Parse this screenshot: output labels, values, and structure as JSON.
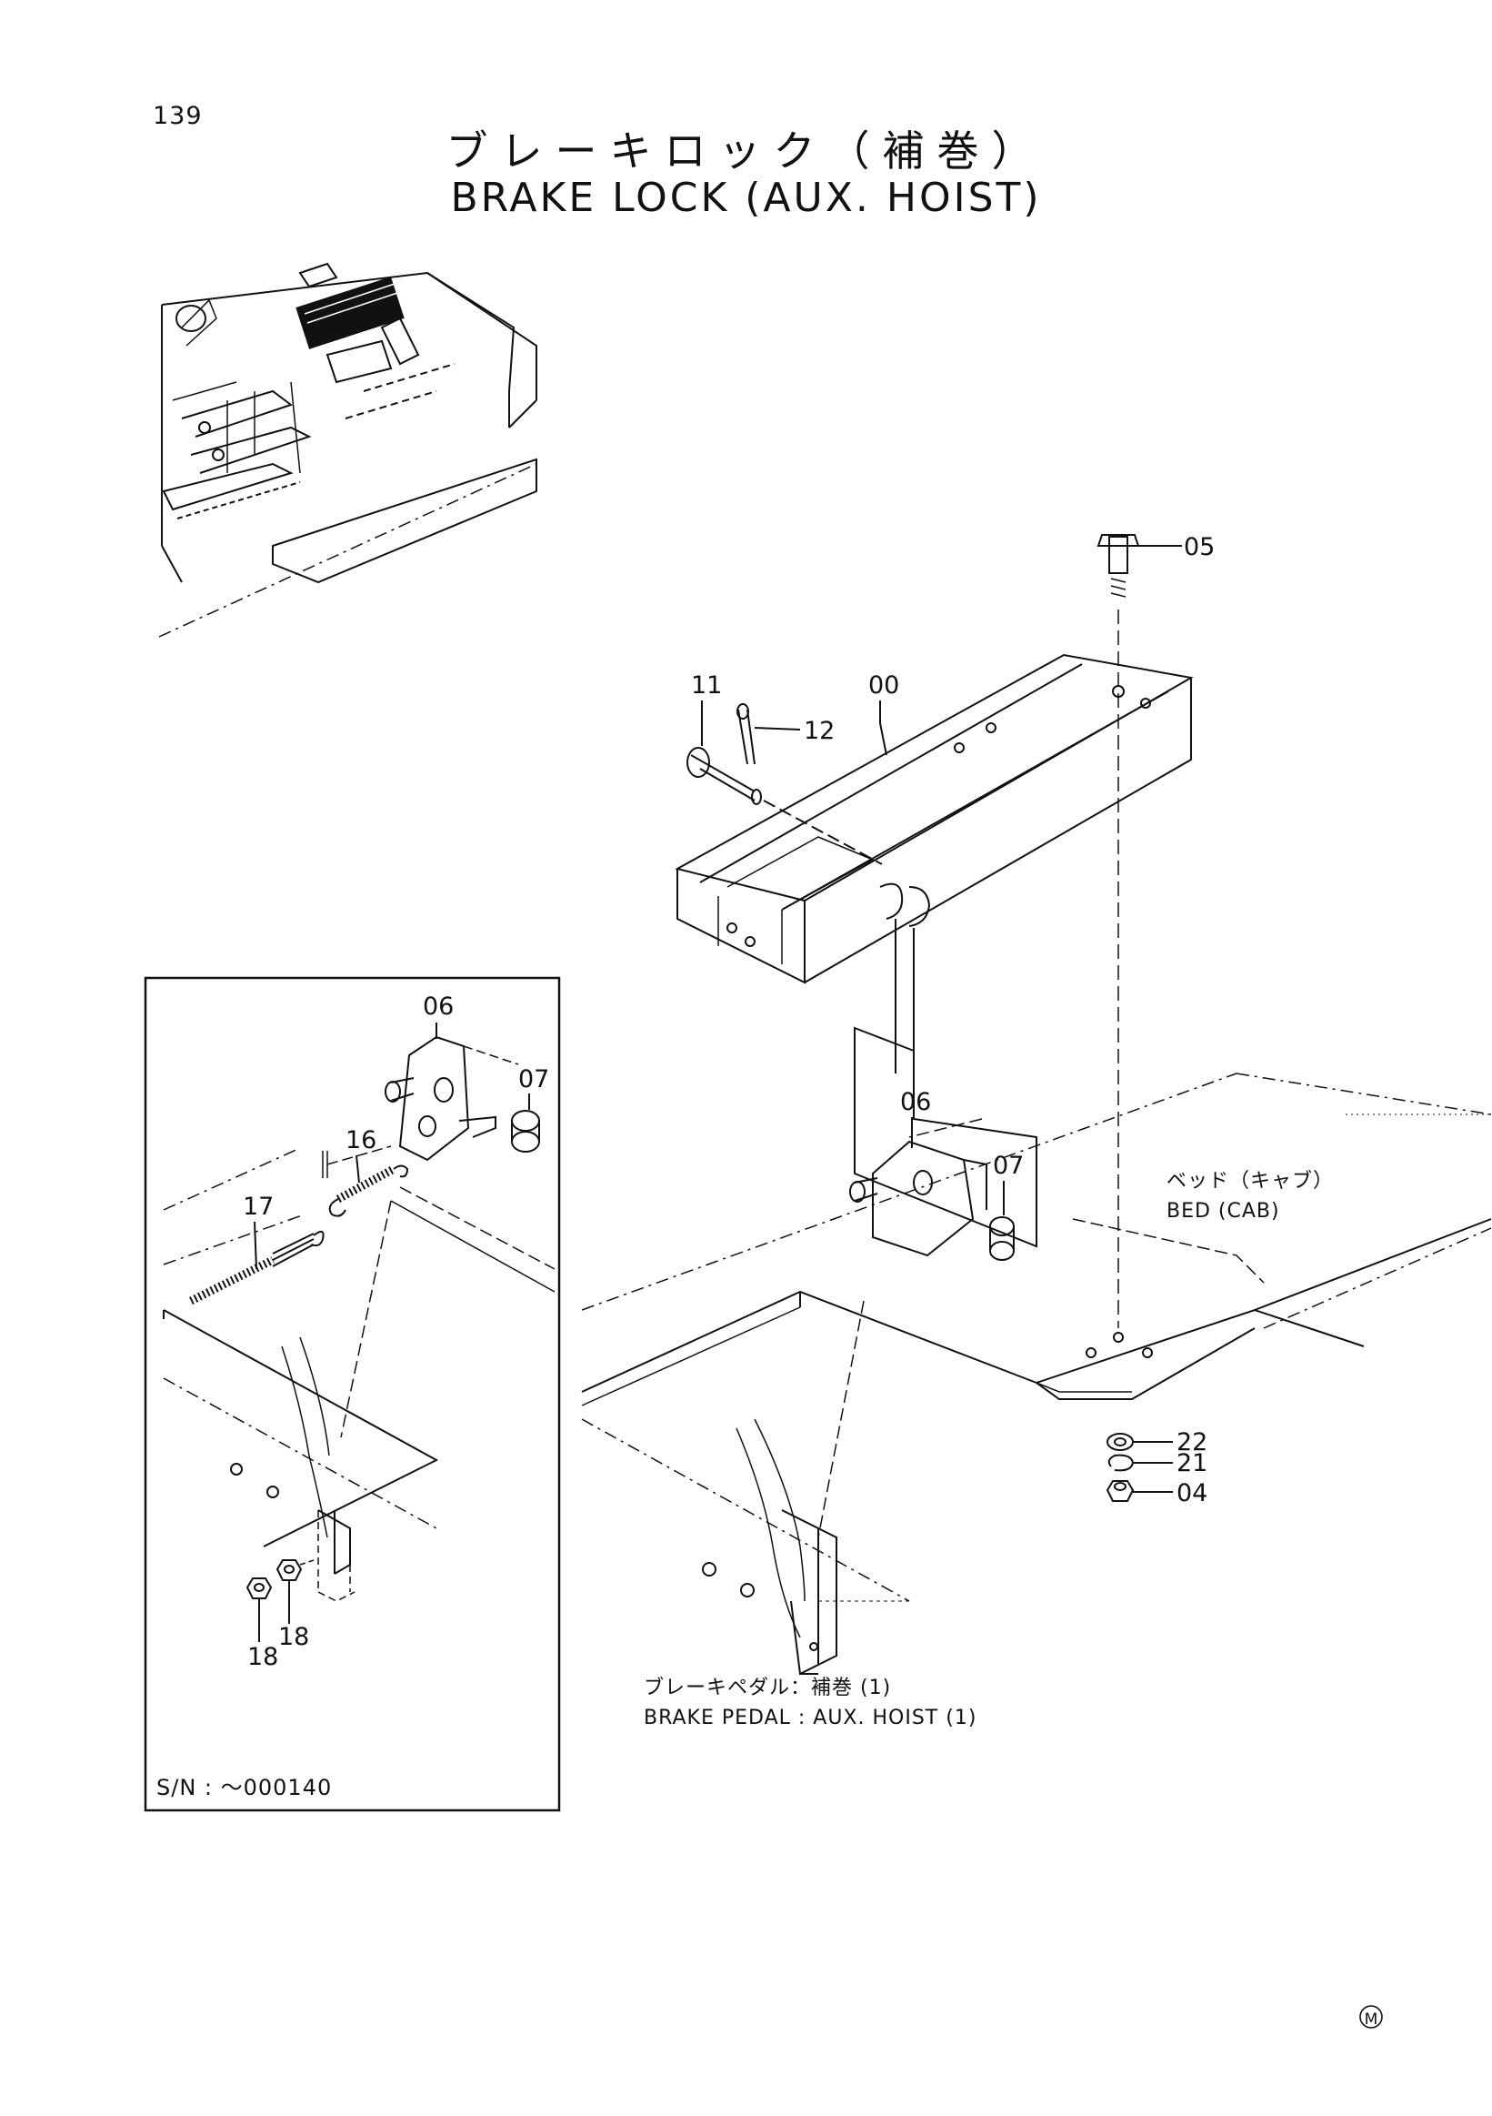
{
  "page": {
    "number": "139",
    "title_jp": "ブレーキロック（補巻）",
    "title_en": "BRAKE LOCK (AUX. HOIST)"
  },
  "callouts": {
    "p00": "00",
    "p05": "05",
    "p11": "11",
    "p12": "12",
    "p06_main": "06",
    "p07_main": "07",
    "p22": "22",
    "p21": "21",
    "p04": "04",
    "p06_inset": "06",
    "p07_inset": "07",
    "p16": "16",
    "p17": "17",
    "p18_left": "18",
    "p18_right": "18"
  },
  "notes": {
    "bed_jp": "ベッド（キャブ）",
    "bed_en": "BED (CAB)",
    "pedal_jp": "ブレーキペダル：補巻 (1)",
    "pedal_en": "BRAKE PEDAL : AUX. HOIST (1)"
  },
  "inset": {
    "serial": "S/N :  ～000140"
  },
  "footer": {
    "mark": "M"
  }
}
